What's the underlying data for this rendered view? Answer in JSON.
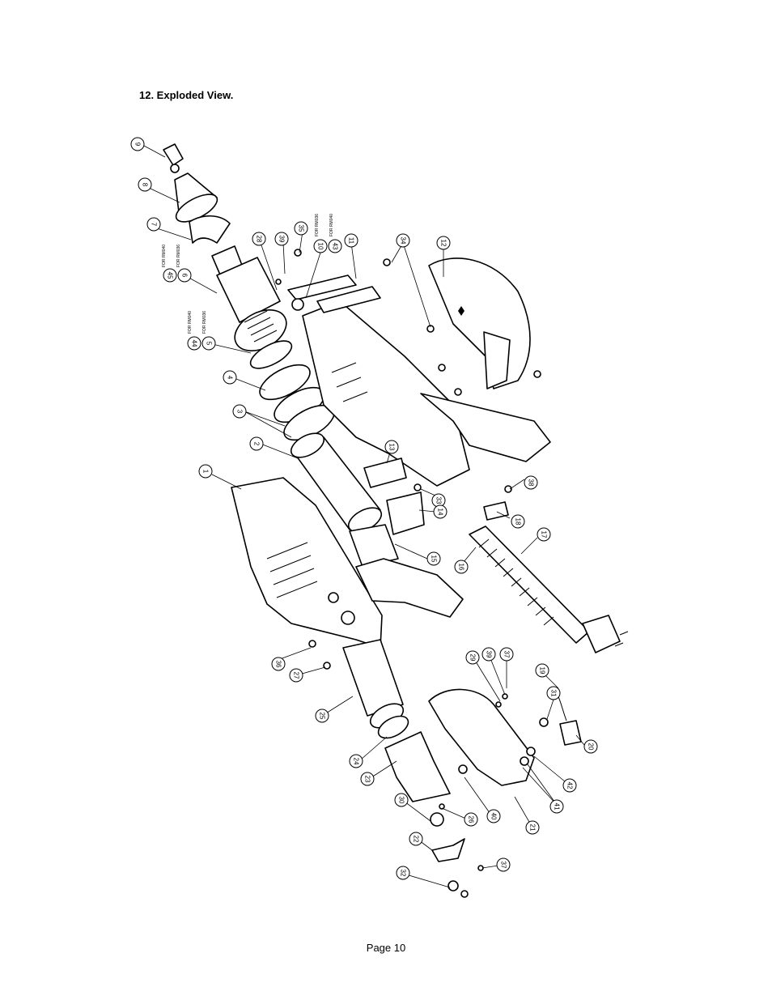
{
  "heading": "12. Exploded View.",
  "footer": "Page 10",
  "callouts": [
    {
      "id": "9",
      "label": "9"
    },
    {
      "id": "8",
      "label": "8"
    },
    {
      "id": "7",
      "label": "7"
    },
    {
      "id": "6",
      "label": "6"
    },
    {
      "id": "45a",
      "label": "45"
    },
    {
      "id": "5",
      "label": "5"
    },
    {
      "id": "44",
      "label": "44"
    },
    {
      "id": "4",
      "label": "4"
    },
    {
      "id": "3",
      "label": "3"
    },
    {
      "id": "2",
      "label": "2"
    },
    {
      "id": "1",
      "label": "1"
    },
    {
      "id": "28",
      "label": "28"
    },
    {
      "id": "39a",
      "label": "39"
    },
    {
      "id": "35",
      "label": "35"
    },
    {
      "id": "10",
      "label": "10"
    },
    {
      "id": "43",
      "label": "43"
    },
    {
      "id": "11",
      "label": "11"
    },
    {
      "id": "34",
      "label": "34"
    },
    {
      "id": "12",
      "label": "12"
    },
    {
      "id": "13",
      "label": "13"
    },
    {
      "id": "33",
      "label": "33"
    },
    {
      "id": "14",
      "label": "14"
    },
    {
      "id": "15",
      "label": "15"
    },
    {
      "id": "16",
      "label": "16"
    },
    {
      "id": "17",
      "label": "17"
    },
    {
      "id": "18",
      "label": "18"
    },
    {
      "id": "38",
      "label": "38"
    },
    {
      "id": "36",
      "label": "36"
    },
    {
      "id": "27",
      "label": "27"
    },
    {
      "id": "25",
      "label": "25"
    },
    {
      "id": "24",
      "label": "24"
    },
    {
      "id": "23",
      "label": "23"
    },
    {
      "id": "29",
      "label": "29"
    },
    {
      "id": "39b",
      "label": "39"
    },
    {
      "id": "37a",
      "label": "37"
    },
    {
      "id": "19",
      "label": "19"
    },
    {
      "id": "31",
      "label": "31"
    },
    {
      "id": "20",
      "label": "20"
    },
    {
      "id": "42",
      "label": "42"
    },
    {
      "id": "41",
      "label": "41"
    },
    {
      "id": "21",
      "label": "21"
    },
    {
      "id": "40",
      "label": "40"
    },
    {
      "id": "26",
      "label": "26"
    },
    {
      "id": "30",
      "label": "30"
    },
    {
      "id": "22",
      "label": "22"
    },
    {
      "id": "37b",
      "label": "37"
    },
    {
      "id": "32",
      "label": "32"
    }
  ],
  "notes": {
    "for_rm040_top": "FOR RM040",
    "for_rm036_top": "FOR RM036",
    "for_rm040_mid": "FOR RM040",
    "for_rm036_mid": "FOR RM036",
    "for_rm036_10": "FOR RM036",
    "for_rm040_43": "FOR RM040"
  }
}
